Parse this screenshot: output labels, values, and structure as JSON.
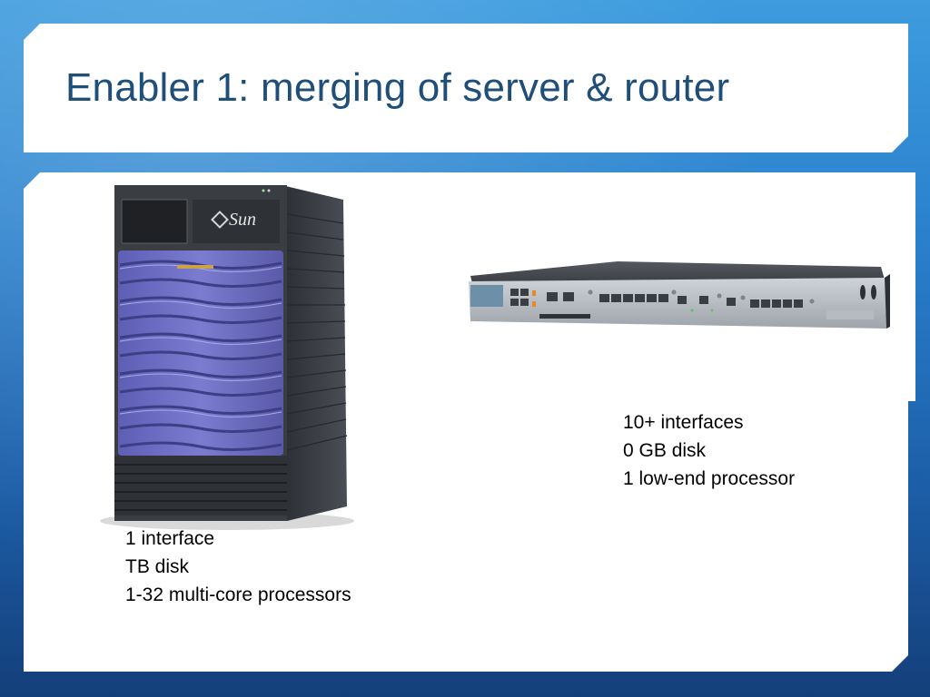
{
  "slide": {
    "title": "Enabler 1: merging of server & router"
  },
  "server": {
    "brand_label": "Sun",
    "spec_lines": [
      "1 interface",
      "TB disk",
      "1-32 multi-core processors"
    ]
  },
  "router": {
    "spec_lines": [
      "10+ interfaces",
      "0 GB disk",
      "1 low-end processor"
    ]
  },
  "colors": {
    "title_text": "#1f4e79",
    "background_top": "#3d9cde",
    "background_bottom": "#143f7a",
    "server_panel": "#6c6cc0",
    "server_body": "#3a3d42",
    "router_body": "#44484e"
  }
}
